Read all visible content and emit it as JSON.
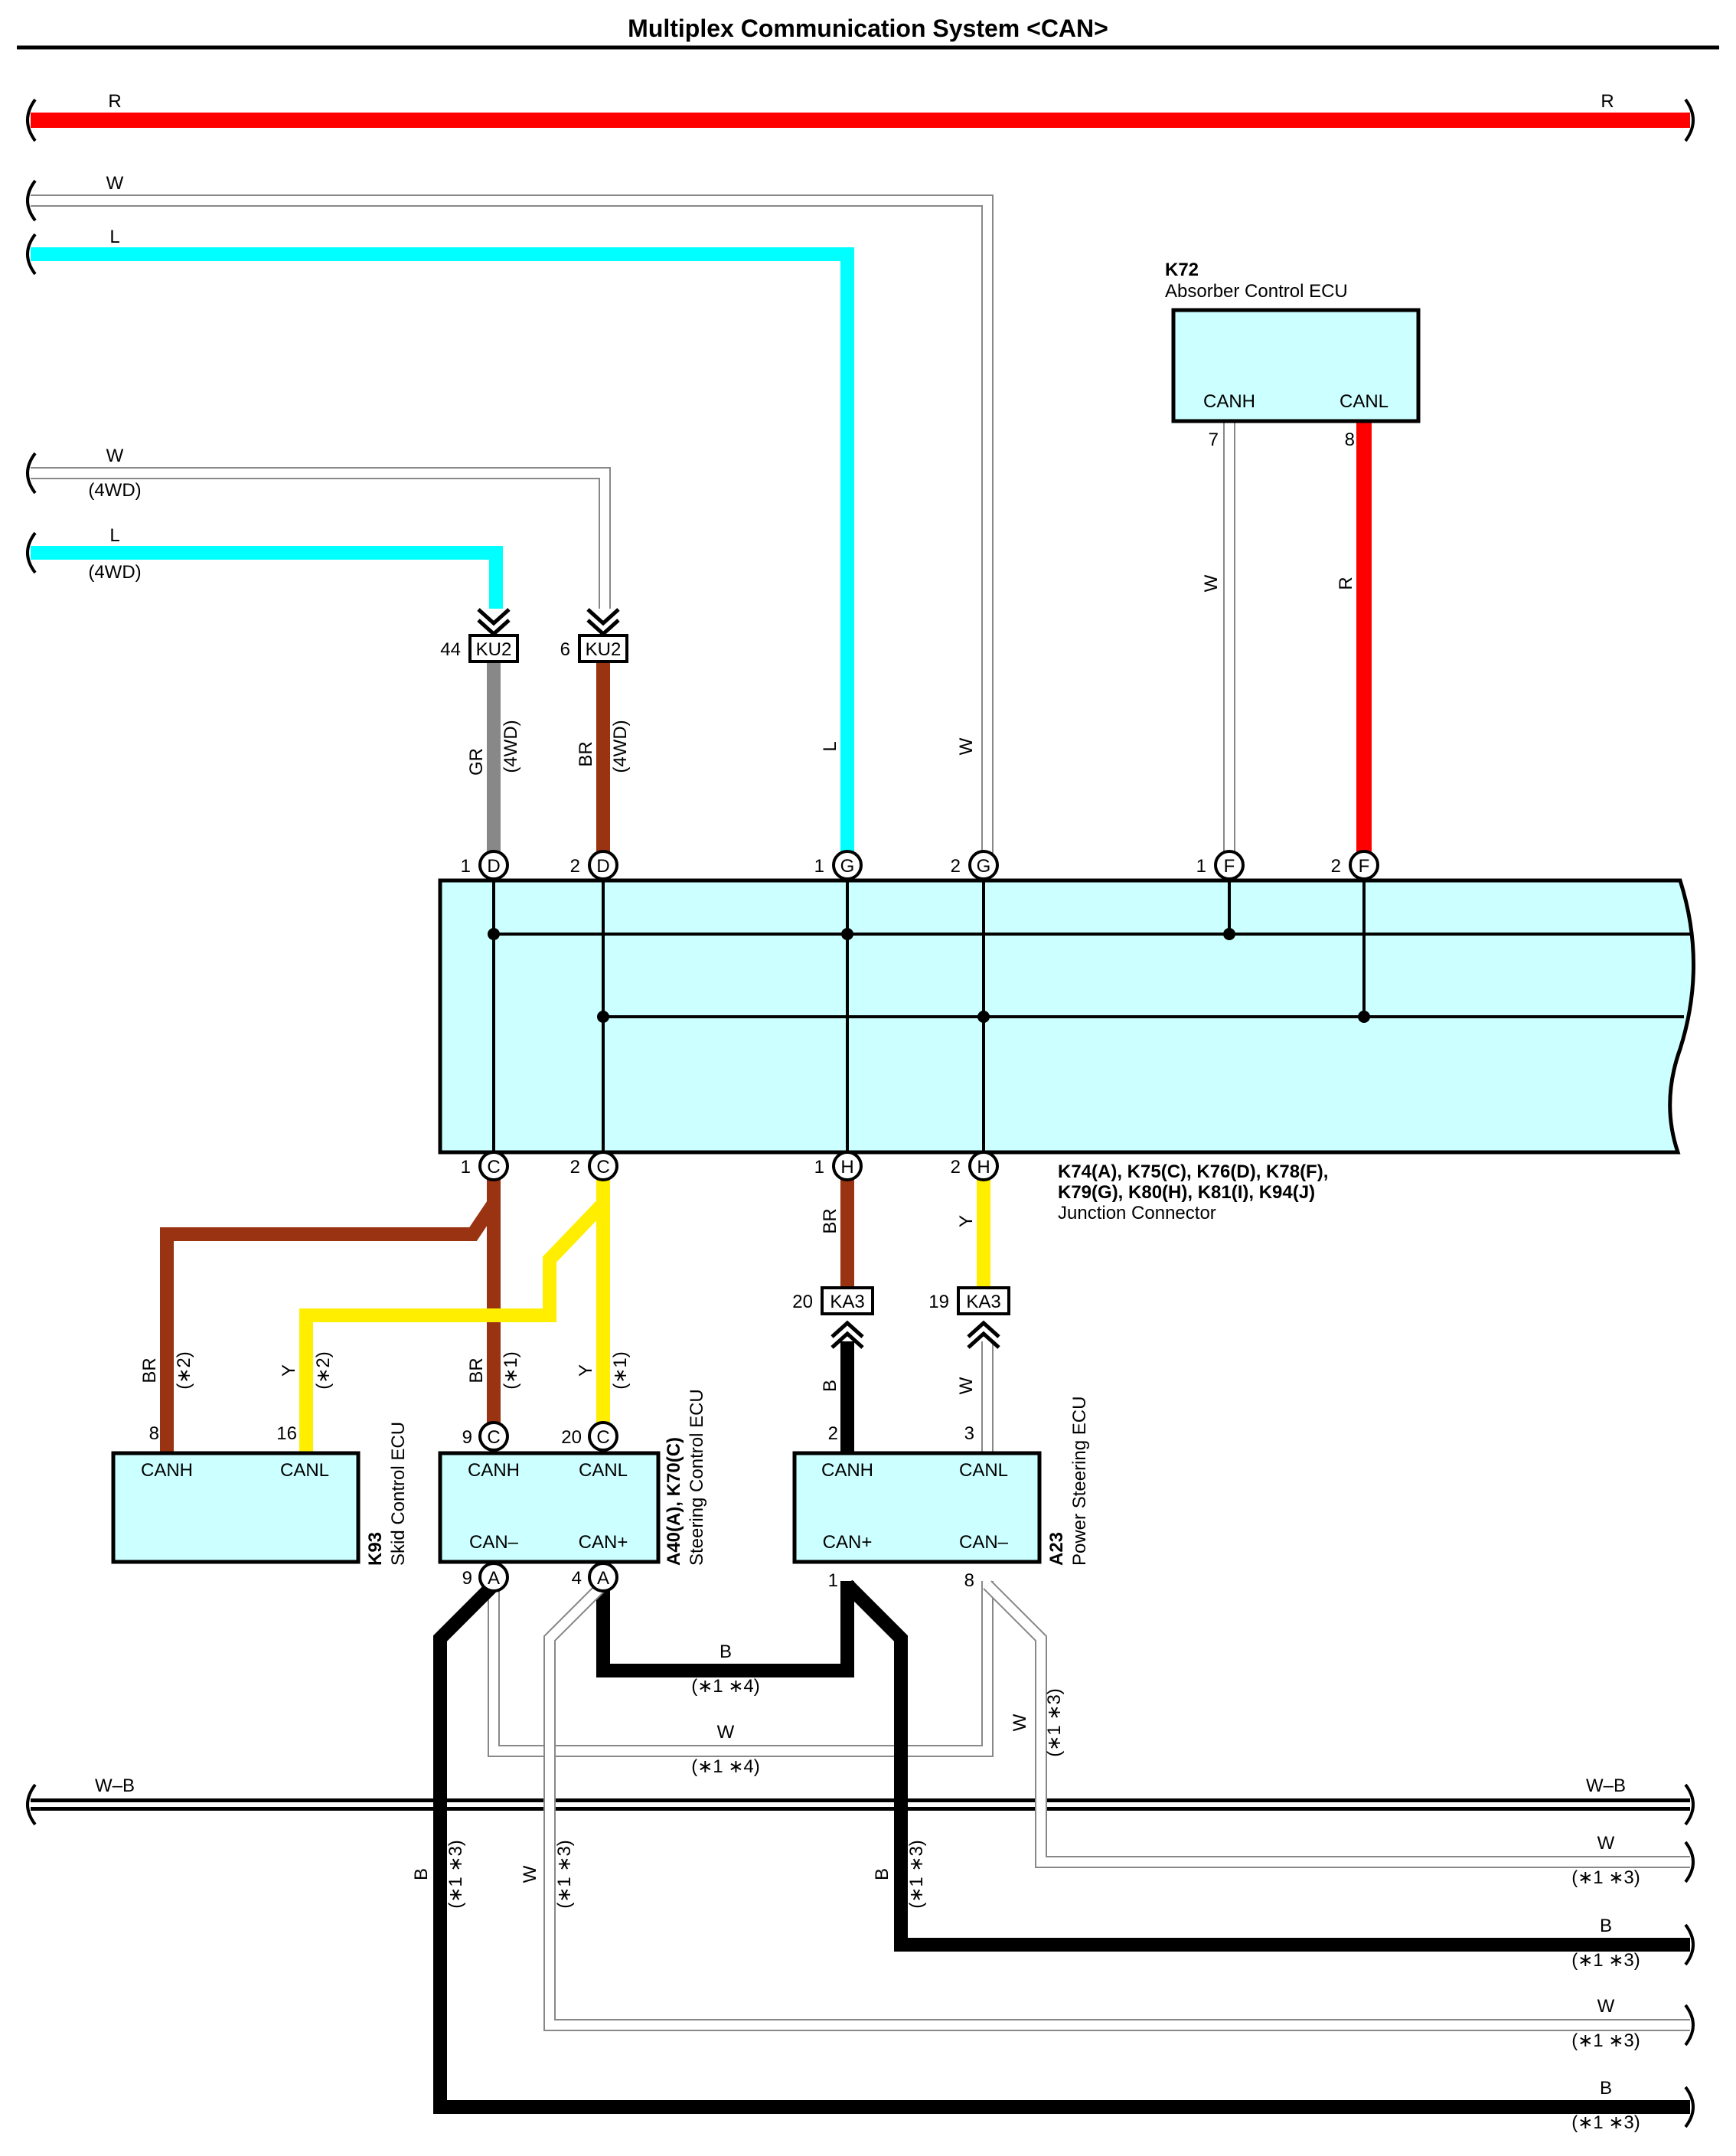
{
  "title": "Multiplex Communication System <CAN>",
  "colors": {
    "red": "#ff0000",
    "light_blue": "#00ffff",
    "gray": "#888888",
    "brown": "#993311",
    "yellow": "#ffee00",
    "black": "#000000",
    "white_wire": "#b4b4b4",
    "box_fill": "#ccffff"
  },
  "wire_labels": {
    "top_r_left": "R",
    "top_r_right": "R",
    "top_w": "W",
    "top_l": "L",
    "w_4wd": "W",
    "w_4wd_note": "(4WD)",
    "l_4wd": "L",
    "l_4wd_note": "(4WD)",
    "gr": "GR",
    "gr_note": "(4WD)",
    "br": "BR",
    "br_note": "(4WD)",
    "l_vert": "L",
    "w_vert": "W",
    "k72_w": "W",
    "k72_r": "R",
    "br_h": "BR",
    "y_h": "Y",
    "k93_br": "BR",
    "k93_br_note": "(∗2)",
    "k93_y": "Y",
    "k93_y_note": "(∗2)",
    "a40_br": "BR",
    "a40_br_note": "(∗1)",
    "a40_y": "Y",
    "a40_y_note": "(∗1)",
    "a23_b": "B",
    "a23_w": "W",
    "mid_b": "B",
    "mid_b_note": "(∗1 ∗4)",
    "mid_w": "W",
    "mid_w_note": "(∗1 ∗4)",
    "a23_w8": "W",
    "a23_w8_note": "(∗1 ∗3)",
    "wb_left": "W–B",
    "wb_right": "W–B",
    "bot_w1": "W",
    "bot_w1_note": "(∗1 ∗3)",
    "bot_b1": "B",
    "bot_b1_note": "(∗1 ∗3)",
    "bot_w2": "W",
    "bot_w2_note": "(∗1 ∗3)",
    "bot_b2": "B",
    "bot_b2_note": "(∗1 ∗3)",
    "left_b": "B",
    "left_b_note": "(∗1 ∗3)",
    "left_w": "W",
    "left_w_note": "(∗1 ∗3)",
    "a23b_vert": "B",
    "a23b_vert_note": "(∗1 ∗3)"
  },
  "connectors": {
    "ku2": "KU2",
    "ku2_pin1": "44",
    "ku2_pin2": "6",
    "ka3": "KA3",
    "ka3_pin1": "20",
    "ka3_pin2": "19"
  },
  "junction": {
    "top_pins": [
      {
        "num": "1",
        "letter": "D"
      },
      {
        "num": "2",
        "letter": "D"
      },
      {
        "num": "1",
        "letter": "G"
      },
      {
        "num": "2",
        "letter": "G"
      },
      {
        "num": "1",
        "letter": "F"
      },
      {
        "num": "2",
        "letter": "F"
      }
    ],
    "bottom_pins": [
      {
        "num": "1",
        "letter": "C"
      },
      {
        "num": "2",
        "letter": "C"
      },
      {
        "num": "1",
        "letter": "H"
      },
      {
        "num": "2",
        "letter": "H"
      }
    ],
    "label_line1": "K74(A), K75(C), K76(D), K78(F),",
    "label_line2": "K79(G), K80(H), K81(I), K94(J)",
    "label_line3": "Junction Connector"
  },
  "ecus": {
    "k72": {
      "code": "K72",
      "name": "Absorber Control ECU",
      "canh": "CANH",
      "canl": "CANL",
      "pin_canh": "7",
      "pin_canl": "8"
    },
    "k93": {
      "code": "K93",
      "name": "Skid Control ECU",
      "canh": "CANH",
      "canl": "CANL",
      "pin_canh": "8",
      "pin_canl": "16"
    },
    "a40": {
      "code": "A40(A), K70(C)",
      "name": "Steering Control ECU",
      "canh": "CANH",
      "canl": "CANL",
      "can_minus": "CAN–",
      "can_plus": "CAN+",
      "pin_canh": "9",
      "pin_canl": "20",
      "pin_canh_letter": "C",
      "pin_canl_letter": "C",
      "pin_canm": "9",
      "pin_canp": "4",
      "pin_canm_letter": "A",
      "pin_canp_letter": "A"
    },
    "a23": {
      "code": "A23",
      "name": "Power Steering ECU",
      "canh": "CANH",
      "canl": "CANL",
      "can_plus": "CAN+",
      "can_minus": "CAN–",
      "pin_canh": "2",
      "pin_canl": "3",
      "pin_canp": "1",
      "pin_canm": "8"
    }
  }
}
